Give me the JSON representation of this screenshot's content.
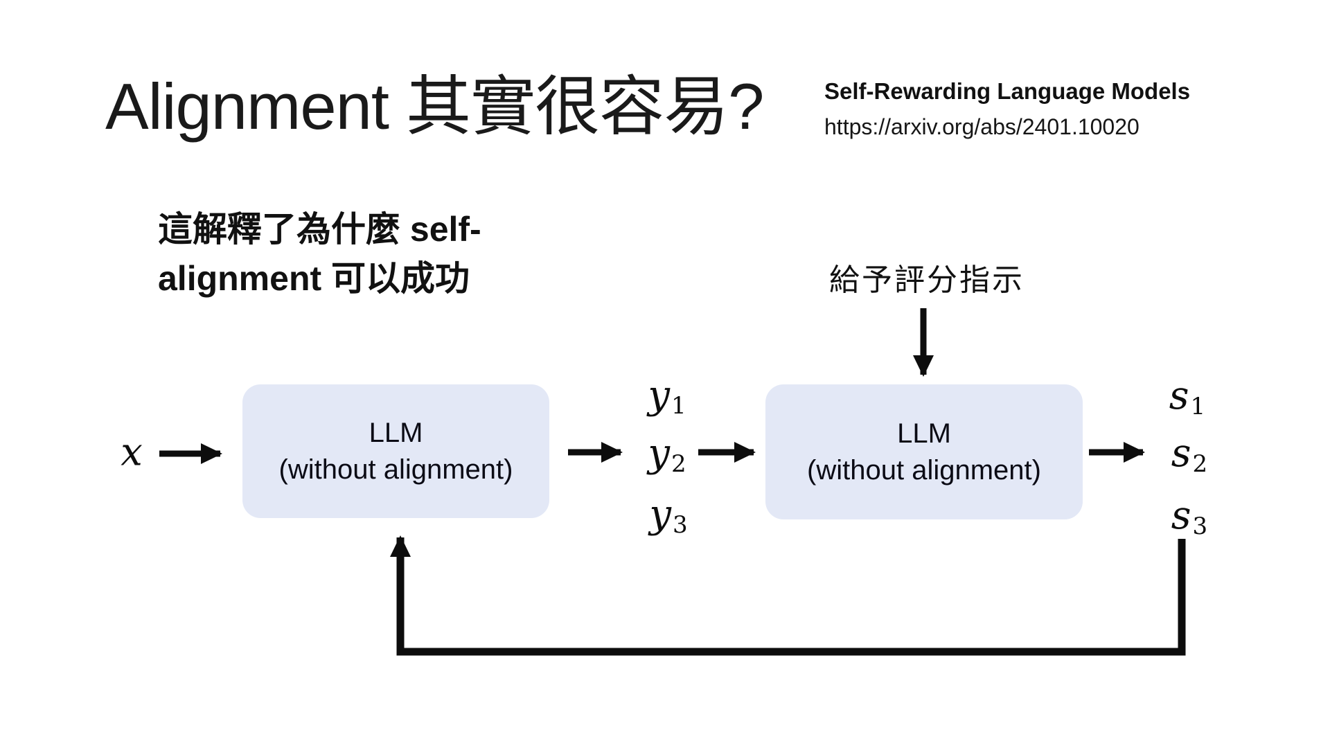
{
  "slide": {
    "title": "Alignment 其實很容易?",
    "reference": {
      "title": "Self-Rewarding Language Models",
      "url": "https://arxiv.org/abs/2401.10020"
    },
    "annotation": {
      "line1": "這解釋了為什麼 self-",
      "line2": "alignment 可以成功"
    },
    "diagram": {
      "scoring_instruction": "給予評分指示",
      "input": {
        "base": "x"
      },
      "generator_box": {
        "line1": "LLM",
        "line2": "(without alignment)"
      },
      "evaluator_box": {
        "line1": "LLM",
        "line2": "(without alignment)"
      },
      "outputs": [
        {
          "base": "y",
          "sub": "1"
        },
        {
          "base": "y",
          "sub": "2"
        },
        {
          "base": "y",
          "sub": "3"
        }
      ],
      "scores": [
        {
          "base": "s",
          "sub": "1"
        },
        {
          "base": "s",
          "sub": "2"
        },
        {
          "base": "s",
          "sub": "3"
        }
      ],
      "colors": {
        "box_fill": "#e3e8f6",
        "box_border": "#0d0d0d",
        "arrow": "#0d0d0d"
      }
    }
  }
}
